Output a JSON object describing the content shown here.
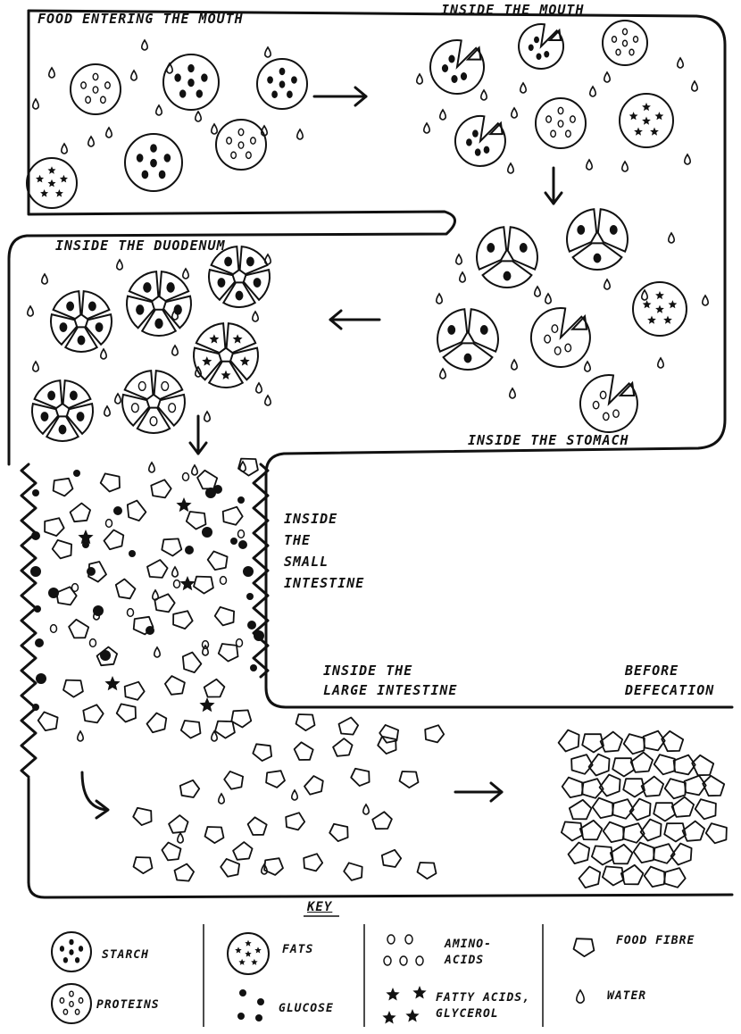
{
  "labels": {
    "mouth_entry": "FOOD ENTERING THE MOUTH",
    "mouth": "INSIDE THE MOUTH",
    "duodenum": "INSIDE THE DUODENUM",
    "stomach": "INSIDE THE STOMACH",
    "small_intestine_1": "INSIDE",
    "small_intestine_2": "THE",
    "small_intestine_3": "SMALL",
    "small_intestine_4": "INTESTINE",
    "large_intestine_1": "INSIDE THE",
    "large_intestine_2": "LARGE INTESTINE",
    "defecation_1": "BEFORE",
    "defecation_2": "DEFECATION"
  },
  "key": {
    "title": "KEY",
    "starch": "STARCH",
    "proteins": "PROTEINS",
    "fats": "FATS",
    "glucose": "GLUCOSE",
    "amino_1": "AMINO-",
    "amino_2": "ACIDS",
    "fatty_1": "FATTY ACIDS,",
    "fatty_2": "GLYCEROL",
    "fibre": "FOOD FIBRE",
    "water": "WATER"
  },
  "colors": {
    "ink": "#111111",
    "paper": "#ffffff"
  }
}
